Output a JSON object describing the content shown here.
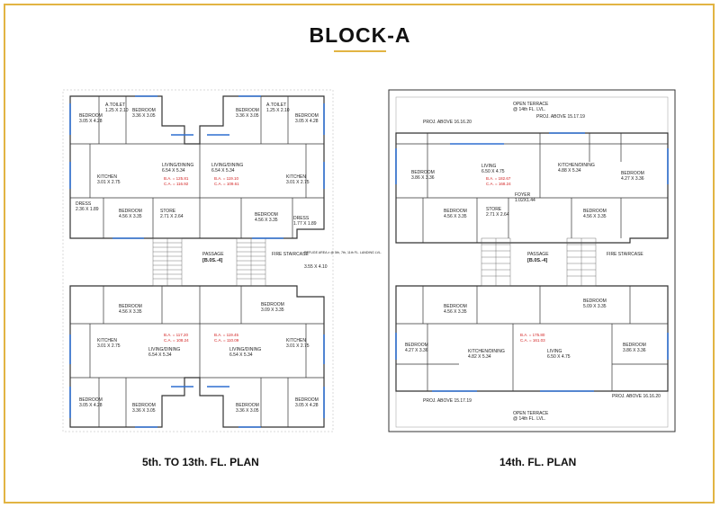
{
  "title": "BLOCK-A",
  "plans": [
    {
      "caption": "5th. TO 13th. FL. PLAN",
      "rooms": [
        {
          "name": "BEDROOM",
          "dims": "3.05 X 4.28"
        },
        {
          "name": "A.TOILET",
          "dims": "1.25 X 2.10"
        },
        {
          "name": "BEDROOM",
          "dims": "3.36 X 3.05"
        },
        {
          "name": "BEDROOM",
          "dims": "3.36 X 3.05"
        },
        {
          "name": "A.TOILET",
          "dims": "1.25 X 2.10"
        },
        {
          "name": "BEDROOM",
          "dims": "3.05 X 4.28"
        },
        {
          "name": "LIVING/DINING",
          "dims": "6.54 X 5.34"
        },
        {
          "name": "LIVING/DINING",
          "dims": "6.54 X 5.34"
        },
        {
          "name": "KITCHEN",
          "dims": "3.01 X 2.75"
        },
        {
          "name": "KITCHEN",
          "dims": "3.01 X 2.75"
        },
        {
          "name": "BEDROOM",
          "dims": "4.56 X 3.35"
        },
        {
          "name": "BEDROOM",
          "dims": "4.56 X 3.35"
        },
        {
          "name": "DRESS",
          "dims": "2.36 X 1.89"
        },
        {
          "name": "DRESS",
          "dims": "1.77 X 1.89"
        },
        {
          "name": "STORE",
          "dims": "2.71 X 2.64"
        },
        {
          "name": "PASSAGE",
          "dims": "[B.0S.-4]"
        },
        {
          "name": "FIRE STAIRCASE",
          "dims": ""
        },
        {
          "name": "REFUGE AREA ≠ @ 5th, 7th, 11th FL. LANDING LVL.",
          "dims": "3.55 X 4.10"
        },
        {
          "name": "BEDROOM",
          "dims": "4.56 X 3.35"
        },
        {
          "name": "BEDROOM",
          "dims": "3.09 X 3.35"
        },
        {
          "name": "LIVING/DINING",
          "dims": "6.54 X 5.34"
        },
        {
          "name": "LIVING/DINING",
          "dims": "6.54 X 5.34"
        },
        {
          "name": "KITCHEN",
          "dims": "3.01 X 2.75"
        },
        {
          "name": "KITCHEN",
          "dims": "3.01 X 2.75"
        },
        {
          "name": "BEDROOM",
          "dims": "3.05 X 4.28"
        },
        {
          "name": "BEDROOM",
          "dims": "3.36 X 3.05"
        },
        {
          "name": "BEDROOM",
          "dims": "3.36 X 3.05"
        },
        {
          "name": "BEDROOM",
          "dims": "3.05 X 4.28"
        }
      ],
      "areas": [
        "B.A. = 125.81",
        "C.A. = 116.92",
        "B.A. = 119.10",
        "C.A. = 109.61",
        "B.A. = 117.20",
        "C.A. = 108.24",
        "B.A. = 119.45",
        "C.A. = 110.09"
      ]
    },
    {
      "caption": "14th. FL. PLAN",
      "rooms": [
        {
          "name": "OPEN TERRACE",
          "dims": "@ 14th FL. LVL."
        },
        {
          "name": "PROJ. ABOVE 16.16.20",
          "dims": ""
        },
        {
          "name": "PROJ. ABOVE 15.17.19",
          "dims": ""
        },
        {
          "name": "LIVING",
          "dims": "6.50 X 4.75"
        },
        {
          "name": "KITCHEN/DINING",
          "dims": "4.88 X 5.34"
        },
        {
          "name": "BEDROOM",
          "dims": "3.86 X 3.36"
        },
        {
          "name": "BEDROOM",
          "dims": "4.27 X 3.36"
        },
        {
          "name": "BEDROOM",
          "dims": "4.56 X 3.35"
        },
        {
          "name": "BEDROOM",
          "dims": "4.56 X 3.35"
        },
        {
          "name": "STORE",
          "dims": "2.71 X 2.64"
        },
        {
          "name": "FOYER",
          "dims": "1.02X1.44"
        },
        {
          "name": "PASSAGE",
          "dims": "[B.0S.-4]"
        },
        {
          "name": "FIRE STAIRCASE",
          "dims": ""
        },
        {
          "name": "BEDROOM",
          "dims": "4.56 X 3.35"
        },
        {
          "name": "BEDROOM",
          "dims": "5.09 X 3.35"
        },
        {
          "name": "KITCHEN/DINING",
          "dims": "4.82 X 5.34"
        },
        {
          "name": "LIVING",
          "dims": "6.50 X 4.75"
        },
        {
          "name": "BEDROOM",
          "dims": "4.27 X 3.36"
        },
        {
          "name": "BEDROOM",
          "dims": "3.86 X 3.36"
        },
        {
          "name": "OPEN TERRACE",
          "dims": "@ 14th FL. LVL."
        },
        {
          "name": "PROJ. ABOVE 15.17.19",
          "dims": ""
        },
        {
          "name": "PROJ. ABOVE 16.16.20",
          "dims": ""
        }
      ],
      "areas": [
        "B.A. = 182.67",
        "C.A. = 168.24",
        "B.A. = 175.80",
        "C.A. = 161.03"
      ]
    }
  ]
}
